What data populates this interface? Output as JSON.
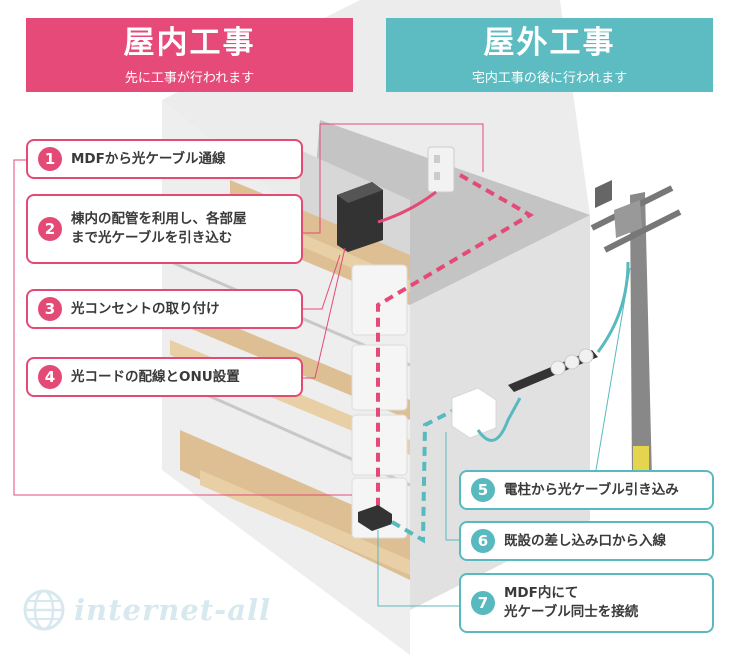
{
  "indoor": {
    "title": "屋内工事",
    "subtitle": "先に工事が行われます",
    "color": "#e64a78"
  },
  "outdoor": {
    "title": "屋外工事",
    "subtitle": "宅内工事の後に行われます",
    "color": "#5cbcc1"
  },
  "steps": [
    {
      "num": "1",
      "lines": [
        "MDFから光ケーブル通線"
      ]
    },
    {
      "num": "2",
      "lines": [
        "棟内の配管を利用し、各部屋",
        "まで光ケーブルを引き込む"
      ]
    },
    {
      "num": "3",
      "lines": [
        "光コンセントの取り付け"
      ]
    },
    {
      "num": "4",
      "lines": [
        "光コードの配線とONU設置"
      ]
    },
    {
      "num": "5",
      "lines": [
        "電柱から光ケーブル引き込み"
      ]
    },
    {
      "num": "6",
      "lines": [
        "既設の差し込み口から入線"
      ]
    },
    {
      "num": "7",
      "lines": [
        "MDF内にて",
        "光ケーブル同士を接続"
      ]
    }
  ],
  "watermark": "internet-all"
}
